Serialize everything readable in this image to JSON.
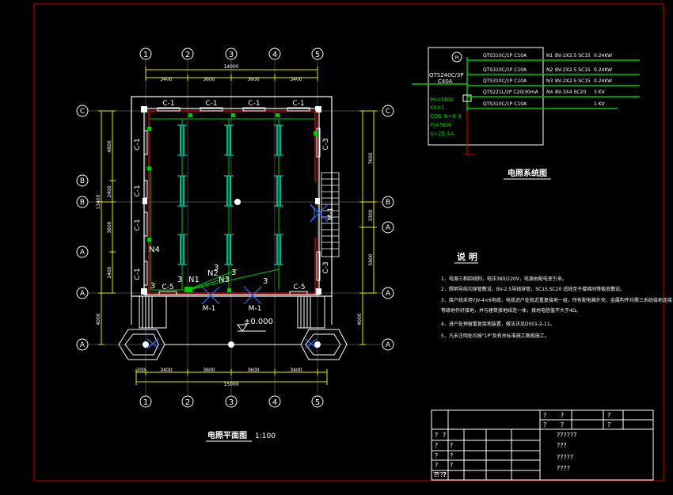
{
  "colors": {
    "background": "#000000",
    "frame": "#cc0000",
    "wall": "#ffffff",
    "dimension": "#e8e800",
    "wiring": "#00c800",
    "fixture": "#00e0e0",
    "door": "#2e6cff",
    "label": "#ffffff"
  },
  "grid": {
    "columns": [
      "1",
      "2",
      "3",
      "4",
      "5"
    ],
    "rows": [
      "C",
      "B",
      "B",
      "A",
      "A",
      "A"
    ]
  },
  "plan": {
    "windows": [
      "C-1",
      "C-1",
      "C-1",
      "C-1"
    ],
    "left_windows": [
      "C-1",
      "C-1",
      "C-1",
      "C-1"
    ],
    "right_windows": [
      "C-3",
      "C-3"
    ],
    "bottom_windows": [
      "C-5",
      "C-5"
    ],
    "doors": [
      "M-1",
      "M-1"
    ],
    "side_door": "M-1",
    "circuits": [
      "N1",
      "N2",
      "N3",
      "N4"
    ],
    "counts": [
      "3",
      "3",
      "3",
      "3",
      "3"
    ],
    "elevation": "±0.000",
    "top_dims": [
      "3400",
      "3600",
      "3600",
      "3400"
    ],
    "top_total": "14000",
    "bottom_dims": [
      "3400",
      "3600",
      "3600",
      "3400"
    ],
    "bottom_left": "300",
    "bottom_total": "15000",
    "left_dims": [
      "4800",
      "2400",
      "3600",
      "2400"
    ],
    "left_total": "13400",
    "right_dims": [
      "7600",
      "3300",
      "5800"
    ],
    "right_side": [
      "4000"
    ],
    "left_bottom": "4000",
    "title": "电照平面图",
    "scale": "1:100"
  },
  "system": {
    "main_breaker": "QTS240C/3P",
    "main_rating": "C40A",
    "meter": "PI",
    "params": [
      "Pe=5KW",
      "Kc=1",
      "COS Φ=0.9",
      "Pj=5KW",
      "Ij=25.4A"
    ],
    "branches": [
      {
        "breaker": "QTS310C/1P C10A",
        "circuit": "N1",
        "cable": "BV-2X2.5 SC15",
        "load": "0.24KW"
      },
      {
        "breaker": "QTS310C/1P C10A",
        "circuit": "N2",
        "cable": "BV-2X2.5 SC15",
        "load": "0.24KW"
      },
      {
        "breaker": "QTS310C/1P C10A",
        "circuit": "N3",
        "cable": "BV-2X2.5 SC15",
        "load": "0.24KW"
      },
      {
        "breaker": "QTS221L/2P C20/30mA",
        "circuit": "N4",
        "cable": "BV-3X4 SC20",
        "load": "3 KV"
      },
      {
        "breaker": "QTS310C/1P C10A",
        "circuit": "",
        "cable": "",
        "load": "1 KV"
      }
    ],
    "title": "电照系统图"
  },
  "notes": {
    "heading": "说  明",
    "items": [
      "1．电源三相四线制，电压380/220V，电源由配电室引来。",
      "2．照明导线均穿管敷设，BV-2.5导线穿管，SC15.SC20 适线至于楼梯间等板底敷设。",
      "3．接户线采用YJV-4×6电缆，电缆进户处就近重复接地一组，所有配电箱外壳、金属构件均需三系统接地连接",
      "   等级地作好接地，并与建筑接地线连一体，接地电阻值不大于4Ω。",
      "4．进户处预留重复接地装置，做法详见D501-2-11。",
      "5．凡未注明处均按\"1P\"及有关标准施工图规施工。"
    ]
  },
  "titleblock": {
    "cells": [
      "?",
      "?",
      "?",
      "?",
      "?",
      "?",
      "?",
      "?",
      "?",
      "?",
      "?",
      "?",
      "?",
      "?",
      "?",
      "?",
      "????",
      "??????",
      "???",
      "?????",
      "????"
    ]
  }
}
